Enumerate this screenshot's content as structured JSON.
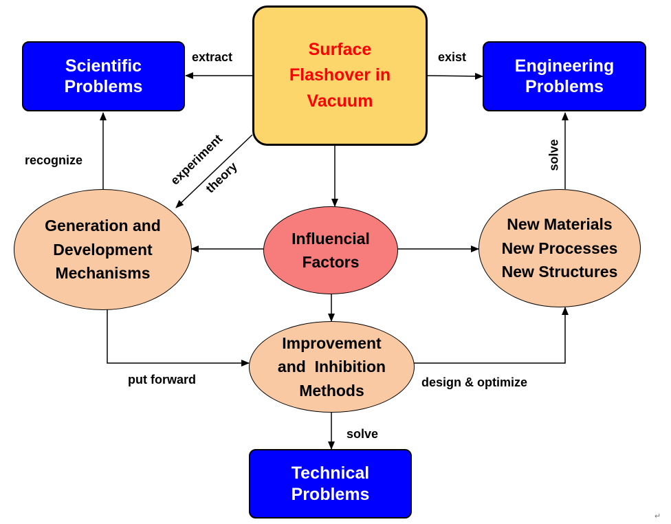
{
  "title": "Surface Flashover in Vacuum research framework",
  "colors": {
    "problem_box": "#0000ff",
    "center_box": "#fcd56b",
    "center_text": "#ff0000",
    "ellipse": "#f8c9a3",
    "influencial": "#f77c7c"
  },
  "nodes": {
    "center": "Surface\nFlashover in\nVacuum",
    "scientific": "Scientific\nProblems",
    "engineering": "Engineering\nProblems",
    "technical": "Technical\nProblems",
    "generation": "Generation and\nDevelopment\nMechanisms",
    "influencial": "Influencial\nFactors",
    "new": "New Materials\nNew Processes\nNew Structures",
    "improvement": "Improvement\nand  Inhibition\nMethods"
  },
  "edges": {
    "extract": "extract",
    "exist": "exist",
    "recognize": "recognize",
    "experiment": "experiment",
    "theory": "theory",
    "solve_eng": "solve",
    "put_forward": "put forward",
    "design": "design & optimize",
    "solve_tech": "solve"
  },
  "footer_mark": "↵"
}
